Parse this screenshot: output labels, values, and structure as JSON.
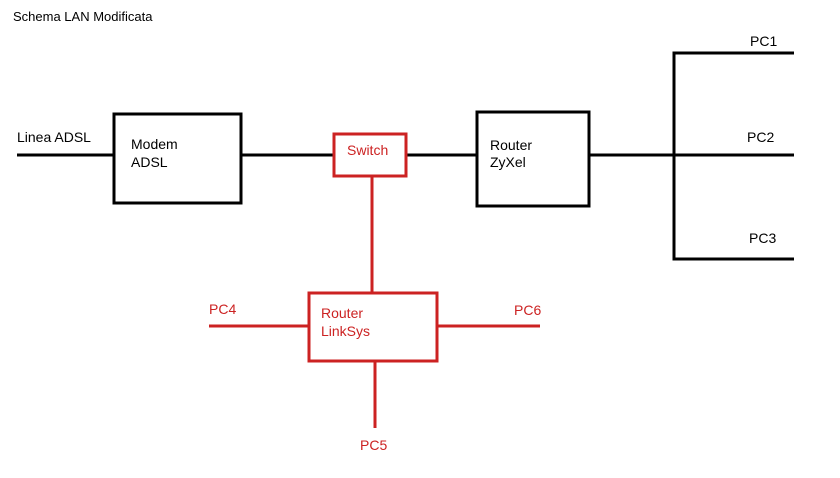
{
  "title": "Schema LAN Modificata",
  "colors": {
    "original": "#000000",
    "modified": "#cc2222"
  },
  "nodes": {
    "adsl_line": "Linea ADSL",
    "modem_line1": "Modem",
    "modem_line2": "ADSL",
    "switch": "Switch",
    "zyxel_line1": "Router",
    "zyxel_line2": "ZyXel",
    "linksys_line1": "Router",
    "linksys_line2": "LinkSys",
    "pc1": "PC1",
    "pc2": "PC2",
    "pc3": "PC3",
    "pc4": "PC4",
    "pc5": "PC5",
    "pc6": "PC6"
  }
}
